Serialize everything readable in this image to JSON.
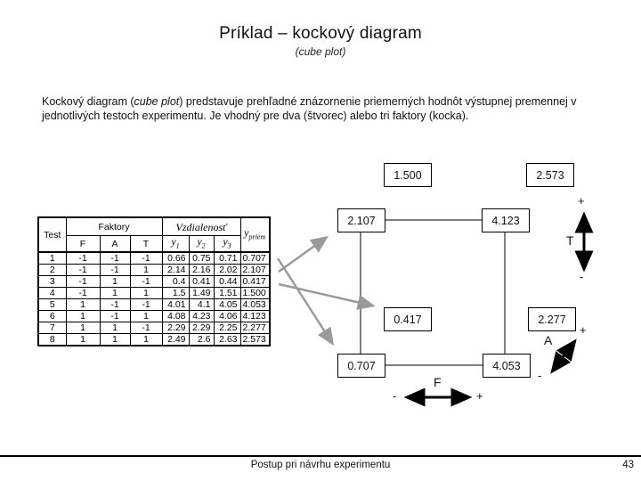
{
  "slide": {
    "title": "Príklad – kockový diagram",
    "subtitle": "(cube plot)",
    "body": {
      "before": "Kockový diagram (",
      "italic": "cube plot",
      "after": ") predstavuje prehľadné znázornenie priemerných hodnôt výstupnej premennej v jednotlivých testoch experimentu. Je vhodný pre dva (štvorec) alebo tri faktory (kocka)."
    },
    "footer": {
      "text": "Postup pri návrhu experimentu",
      "page_number": "43"
    }
  },
  "table": {
    "headers": {
      "test": "Test",
      "faktory": "Faktory",
      "vzdialenost": "Vzdialenosť",
      "factor_cols": [
        "F",
        "A",
        "T"
      ],
      "y_base": "y",
      "y_subs": [
        "1",
        "2",
        "3"
      ],
      "y_mean_base": "y",
      "y_mean_sub": "priem"
    },
    "rows": [
      [
        "1",
        "-1",
        "-1",
        "-1",
        "0.66",
        "0.75",
        "0.71",
        "0.707"
      ],
      [
        "2",
        "-1",
        "-1",
        "1",
        "2.14",
        "2.16",
        "2.02",
        "2.107"
      ],
      [
        "3",
        "-1",
        "1",
        "-1",
        "0.4",
        "0.41",
        "0.44",
        "0.417"
      ],
      [
        "4",
        "-1",
        "1",
        "1",
        "1.5",
        "1.49",
        "1.51",
        "1.500"
      ],
      [
        "5",
        "1",
        "-1",
        "-1",
        "4.01",
        "4.1",
        "4.05",
        "4.053"
      ],
      [
        "6",
        "1",
        "-1",
        "1",
        "4.08",
        "4.23",
        "4.06",
        "4.123"
      ],
      [
        "7",
        "1",
        "1",
        "-1",
        "2.29",
        "2.29",
        "2.25",
        "2.277"
      ],
      [
        "8",
        "1",
        "1",
        "1",
        "2.49",
        "2.6",
        "2.63",
        "2.573"
      ]
    ]
  },
  "cube": {
    "corners": {
      "back_top_left": "1.500",
      "back_top_right": "2.573",
      "front_top_left": "2.107",
      "front_top_right": "4.123",
      "back_bottom_left": "0.417",
      "back_bottom_right": "2.277",
      "front_bottom_left": "0.707",
      "front_bottom_right": "4.053"
    },
    "axes": {
      "t": {
        "label": "T",
        "plus": "+",
        "minus": "-"
      },
      "a": {
        "label": "A",
        "plus": "+",
        "minus": "-"
      },
      "f": {
        "label": "F",
        "plus": "+",
        "minus": "-"
      }
    }
  },
  "colors": {
    "arrow_gray": "#9a9a9a",
    "line_black": "#000000"
  }
}
